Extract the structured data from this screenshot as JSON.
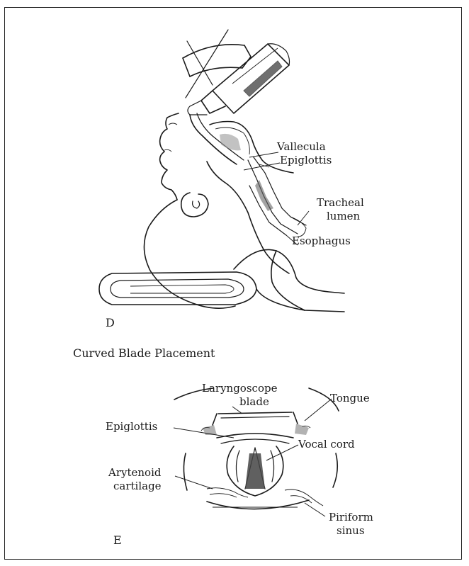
{
  "figure": {
    "panel_d_letter": "D",
    "caption": "Curved Blade Placement",
    "panel_e_letter": "E"
  },
  "sagittal_labels": {
    "vallecula": "Vallecula",
    "epiglottis": "Epiglottis",
    "tracheal_line1": "Tracheal",
    "tracheal_line2": "lumen",
    "esophagus": "Esophagus"
  },
  "laryngeal_view_labels": {
    "laryngoscope_line1": "Laryngoscope",
    "laryngoscope_line2": "blade",
    "tongue": "Tongue",
    "epiglottis": "Epiglottis",
    "vocal_cord": "Vocal cord",
    "arytenoid_line1": "Arytenoid",
    "arytenoid_line2": "cartilage",
    "piriform_line1": "Piriform",
    "piriform_line2": "sinus"
  }
}
